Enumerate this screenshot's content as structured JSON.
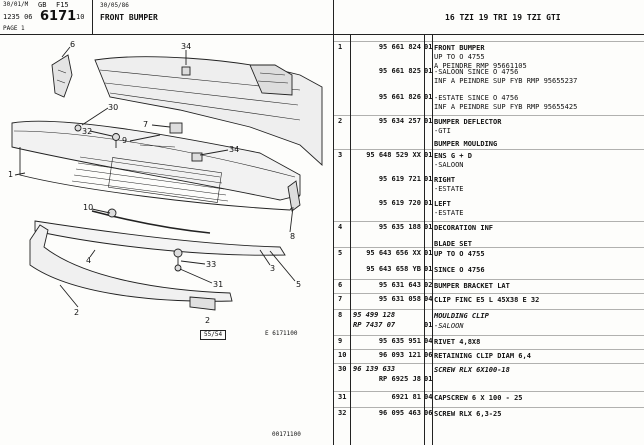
{
  "header": {
    "doc_date_top": "30/01/M",
    "lang": "GB",
    "section": "F15",
    "group": "1235 06",
    "plate_number": "6171",
    "plate_suffix": "10",
    "page": "PAGE 1",
    "date": "30/05/86",
    "title": "FRONT BUMPER",
    "models": "16 TZI 19 TRI 19 TZI GTI"
  },
  "diagram": {
    "ref_code": "E 6171100",
    "badge": "55/54",
    "footer": "00171100"
  },
  "parts": [
    {
      "ref": "1",
      "code": "95 661 824",
      "qty": "01",
      "desc": [
        "FRONT BUMPER",
        "UP TO O 4755",
        "A PEINDRE RMP 95661105"
      ]
    },
    {
      "ref": "",
      "code": "95 661 825",
      "qty": "01",
      "desc": [
        "-SALOON SINCE O 4756",
        "INF A PEINDRE SUP FYB RMP 95655237"
      ]
    },
    {
      "ref": "",
      "code": "95 661 826",
      "qty": "01",
      "desc": [
        "-ESTATE SINCE O 4756",
        "INF A PEINDRE SUP FYB RMP 95655425"
      ]
    },
    {
      "ref": "2",
      "code": "95 634 257",
      "qty": "01",
      "desc": [
        "BUMPER DEFLECTOR",
        "-GTI"
      ]
    },
    {
      "ref": "",
      "code": "",
      "qty": "",
      "desc": [
        "BUMPER MOULDING"
      ]
    },
    {
      "ref": "3",
      "code": "95 648 529 XX",
      "qty": "01",
      "desc": [
        "ENS G + D",
        "-SALOON"
      ]
    },
    {
      "ref": "",
      "code": "95 619 721",
      "qty": "01",
      "desc": [
        "RIGHT",
        "-ESTATE"
      ]
    },
    {
      "ref": "",
      "code": "95 619 720",
      "qty": "01",
      "desc": [
        "LEFT",
        "-ESTATE"
      ]
    },
    {
      "ref": "4",
      "code": "95 635 188",
      "qty": "01",
      "desc": [
        "DECORATION INF"
      ]
    },
    {
      "ref": "",
      "code": "",
      "qty": "",
      "desc": [
        "BLADE SET"
      ]
    },
    {
      "ref": "5",
      "code": "95 643 656 XX",
      "qty": "01",
      "desc": [
        "UP TO O 4755"
      ]
    },
    {
      "ref": "",
      "code": "95 643 658 YB",
      "qty": "01",
      "desc": [
        "SINCE O 4756"
      ]
    },
    {
      "ref": "6",
      "code": "95 631 643",
      "qty": "02",
      "desc": [
        "BUMPER BRACKET LAT"
      ]
    },
    {
      "ref": "7",
      "code": "95 631 058",
      "qty": "04",
      "desc": [
        "CLIP FINC E5 L 45X38 E 32"
      ]
    },
    {
      "ref": "8",
      "code": "95 499 128",
      "qty": "",
      "desc": [
        "MOULDING CLIP"
      ],
      "italic": true
    },
    {
      "ref": "",
      "code": "RP 7437 07",
      "qty": "01",
      "desc": [
        "-SALOON"
      ],
      "italic": true
    },
    {
      "ref": "9",
      "code": "95 635 951",
      "qty": "04",
      "desc": [
        "RIVET 4,8X8"
      ]
    },
    {
      "ref": "10",
      "code": "96 093 121",
      "qty": "06",
      "desc": [
        "RETAINING CLIP DIAM 6,4"
      ]
    },
    {
      "ref": "30",
      "code": "96 139 633",
      "qty": "",
      "desc": [
        "SCREW RLX 6X100-18"
      ],
      "italic": true
    },
    {
      "ref": "",
      "code": "RP 6925 J8",
      "qty": "01",
      "desc": [
        ""
      ]
    },
    {
      "ref": "31",
      "code": "6921 81",
      "qty": "04",
      "desc": [
        "CAPSCREW 6 X 100 - 25"
      ]
    },
    {
      "ref": "32",
      "code": "96 095 463",
      "qty": "06",
      "desc": [
        "SCREW RLX 6,3-25"
      ]
    }
  ],
  "callouts": [
    "6",
    "34",
    "30",
    "32",
    "7",
    "9",
    "34",
    "1",
    "10",
    "4",
    "33",
    "8",
    "3",
    "5",
    "2",
    "31",
    "2"
  ],
  "colors": {
    "ink": "#111111",
    "paper": "#fdfdfb"
  }
}
